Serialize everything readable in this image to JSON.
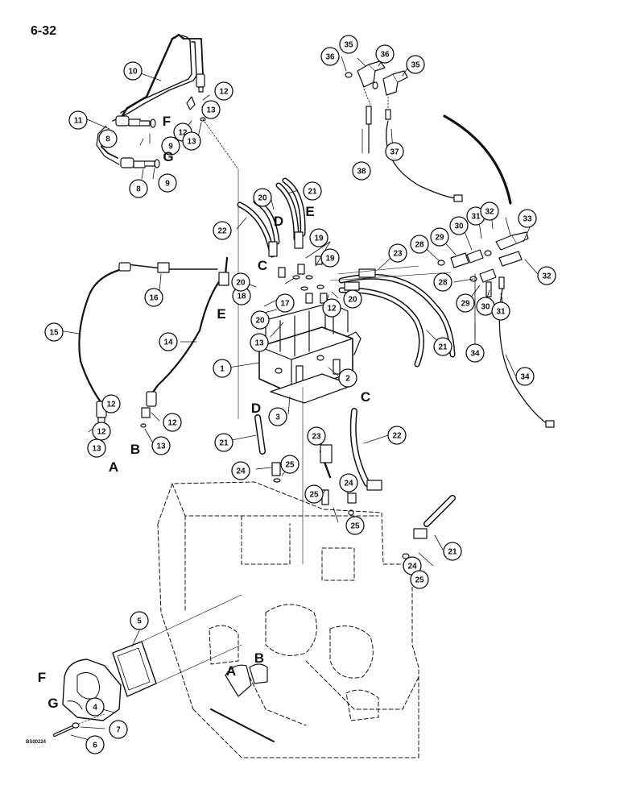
{
  "page_number": "6-32",
  "figure_code": "BS00224",
  "callouts": [
    "1",
    "2",
    "3",
    "4",
    "5",
    "6",
    "7",
    "8",
    "8",
    "9",
    "9",
    "10",
    "11",
    "12",
    "12",
    "12",
    "12",
    "12",
    "12",
    "13",
    "13",
    "13",
    "13",
    "13",
    "14",
    "15",
    "16",
    "17",
    "18",
    "19",
    "19",
    "20",
    "20",
    "20",
    "20",
    "21",
    "21",
    "21",
    "21",
    "22",
    "22",
    "23",
    "23",
    "24",
    "24",
    "24",
    "25",
    "25",
    "25",
    "25",
    "28",
    "28",
    "29",
    "29",
    "30",
    "30",
    "31",
    "31",
    "32",
    "32",
    "33",
    "34",
    "34",
    "35",
    "35",
    "36",
    "36",
    "37",
    "38"
  ],
  "connection_letters": [
    "A",
    "A",
    "B",
    "B",
    "C",
    "C",
    "D",
    "D",
    "E",
    "E",
    "F",
    "F",
    "G",
    "G"
  ]
}
